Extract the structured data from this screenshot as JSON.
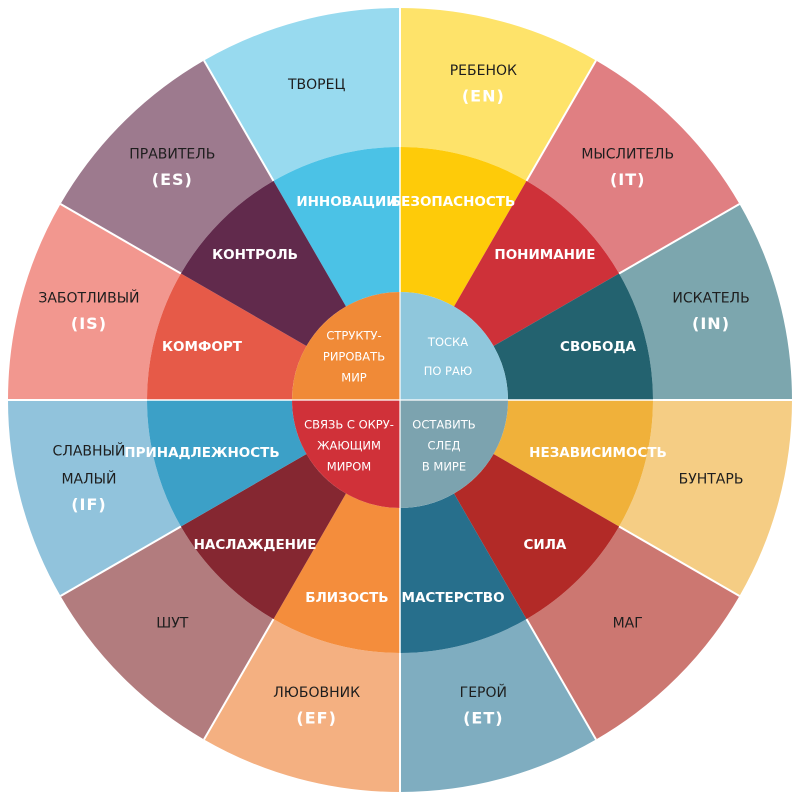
{
  "colors": {
    "divider": "#ffffff",
    "outer_text": "#1e1e1e",
    "light_text": "#ffffff"
  },
  "outer": [
    {
      "id": "creator",
      "lines": [
        "ТВОРЕЦ"
      ],
      "code": "",
      "color": "#98daef"
    },
    {
      "id": "child",
      "lines": [
        "РЕБЕНОК"
      ],
      "code": "(EN)",
      "color": "#fee36a"
    },
    {
      "id": "thinker",
      "lines": [
        "МЫСЛИТЕЛЬ"
      ],
      "code": "(IT)",
      "color": "#e07f82"
    },
    {
      "id": "seeker",
      "lines": [
        "ИСКАТЕЛЬ"
      ],
      "code": "(IN)",
      "color": "#7ca6ae"
    },
    {
      "id": "rebel",
      "lines": [
        "БУНТАРЬ"
      ],
      "code": "",
      "color": "#f5cd84"
    },
    {
      "id": "magician",
      "lines": [
        "МАГ"
      ],
      "code": "",
      "color": "#cc7771"
    },
    {
      "id": "hero",
      "lines": [
        "ГЕРОЙ"
      ],
      "code": "(ET)",
      "color": "#7fadc0"
    },
    {
      "id": "lover",
      "lines": [
        "ЛЮБОВНИК"
      ],
      "code": "(EF)",
      "color": "#f4b081"
    },
    {
      "id": "jester",
      "lines": [
        "ШУТ"
      ],
      "code": "",
      "color": "#b27c7e"
    },
    {
      "id": "everyman",
      "lines": [
        "СЛАВНЫЙ",
        "МАЛЫЙ"
      ],
      "code": "(IF)",
      "color": "#91c3dc"
    },
    {
      "id": "caregiver",
      "lines": [
        "ЗАБОТЛИВЫЙ"
      ],
      "code": "(IS)",
      "color": "#f2978f"
    },
    {
      "id": "ruler",
      "lines": [
        "ПРАВИТЕЛЬ"
      ],
      "code": "(ES)",
      "color": "#9d7a8e"
    }
  ],
  "middle": [
    {
      "id": "innovation",
      "label": "ИННОВАЦИИ",
      "color": "#4bc2e6"
    },
    {
      "id": "safety",
      "label": "БЕЗОПАСНОСТЬ",
      "color": "#fecb09"
    },
    {
      "id": "understanding",
      "label": "ПОНИМАНИЕ",
      "color": "#ce3139"
    },
    {
      "id": "freedom",
      "label": "СВОБОДА",
      "color": "#23626f"
    },
    {
      "id": "independence",
      "label": "НЕЗАВИСИМОСТЬ",
      "color": "#f0b13a"
    },
    {
      "id": "power",
      "label": "СИЛА",
      "color": "#b22a27"
    },
    {
      "id": "mastery",
      "label": "МАСТЕРСТВО",
      "color": "#276f8c"
    },
    {
      "id": "intimacy",
      "label": "БЛИЗОСТЬ",
      "color": "#f48d3c"
    },
    {
      "id": "pleasure",
      "label": "НАСЛАЖДЕНИЕ",
      "color": "#852731"
    },
    {
      "id": "belonging",
      "label": "ПРИНАДЛЕЖНОСТЬ",
      "color": "#3ca0c7"
    },
    {
      "id": "comfort",
      "label": "КОМФОРТ",
      "color": "#e65a48"
    },
    {
      "id": "control",
      "label": "КОНТРОЛЬ",
      "color": "#612a4c"
    }
  ],
  "core": [
    {
      "id": "paradise",
      "lines": [
        "ТОСКА",
        "ПО РАЮ"
      ],
      "color": "#8fc7dc"
    },
    {
      "id": "legacy",
      "lines": [
        "ОСТАВИТЬ",
        "СЛЕД",
        "В МИРЕ"
      ],
      "color": "#7ca3af"
    },
    {
      "id": "connection",
      "lines": [
        "СВЯЗЬ С ОКРУ-",
        "ЖАЮЩИМ",
        "МИРОМ"
      ],
      "color": "#d03139"
    },
    {
      "id": "structure",
      "lines": [
        "СТРУКТУ-",
        "РИРОВАТЬ",
        "МИР"
      ],
      "color": "#f08a37"
    }
  ]
}
